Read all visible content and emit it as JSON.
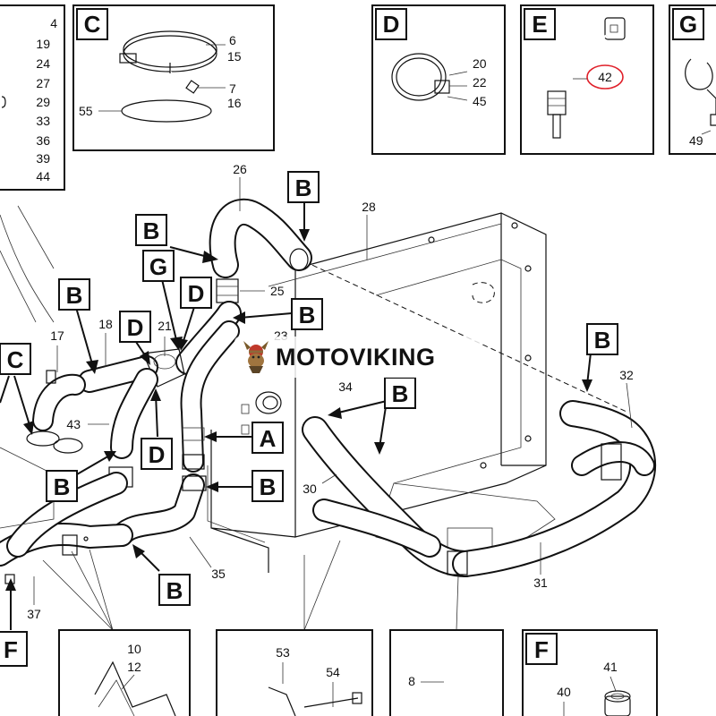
{
  "watermark": {
    "brand": "MOTOVIKING"
  },
  "boxes": {
    "partial_list": [
      "4",
      "19",
      "24",
      "27",
      "29",
      "33",
      "36",
      "39",
      "44"
    ],
    "C": {
      "letter": "C",
      "labels": [
        "6",
        "15",
        "7",
        "16",
        "55"
      ]
    },
    "D": {
      "letter": "D",
      "labels": [
        "20",
        "22",
        "45"
      ]
    },
    "E": {
      "letter": "E",
      "labels": [
        "42"
      ]
    },
    "G": {
      "letter": "G",
      "labels": [
        "49"
      ]
    },
    "F": {
      "letter": "F",
      "labels": [
        "41",
        "40"
      ]
    },
    "bottom1": {
      "labels": [
        "10",
        "12"
      ]
    },
    "bottom2": {
      "labels": [
        "53",
        "54"
      ]
    },
    "bottom3": {
      "labels": [
        "8"
      ]
    }
  },
  "callouts": {
    "numbers": [
      "26",
      "28",
      "25",
      "18",
      "17",
      "21",
      "23",
      "34",
      "43",
      "30",
      "32",
      "31",
      "35",
      "37"
    ],
    "letters": [
      "B",
      "B",
      "G",
      "D",
      "B",
      "B",
      "D",
      "C",
      "D",
      "A",
      "B",
      "B",
      "B",
      "B",
      "F",
      "B"
    ]
  },
  "colors": {
    "ink": "#111111",
    "highlight": "#e0202a",
    "paper": "#ffffff"
  }
}
